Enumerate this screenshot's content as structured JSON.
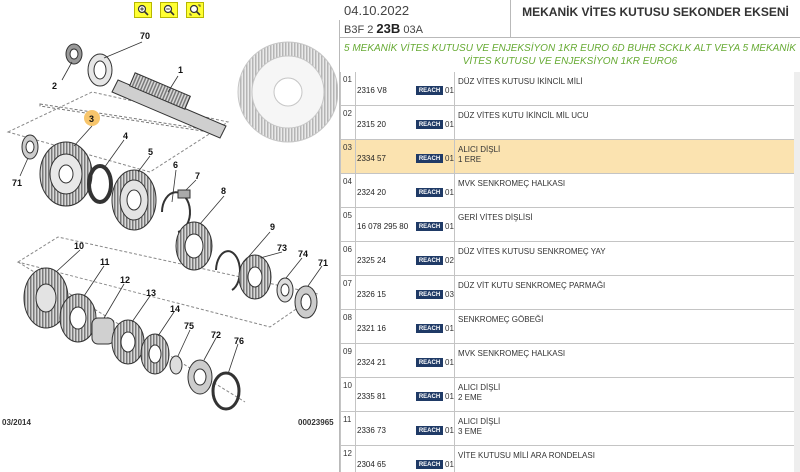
{
  "toolbar": {
    "buttons": [
      {
        "name": "zoom-in-icon"
      },
      {
        "name": "zoom-out-icon"
      },
      {
        "name": "zoom-fit-icon"
      }
    ]
  },
  "diagram": {
    "callouts": [
      "70",
      "2",
      "1",
      "3",
      "4",
      "5",
      "6",
      "7",
      "8",
      "71",
      "9",
      "73",
      "74",
      "71",
      "10",
      "11",
      "12",
      "13",
      "14",
      "75",
      "72",
      "76"
    ],
    "footer_left": "03/2014",
    "footer_right": "00023965"
  },
  "header": {
    "date": "04.10.2022",
    "code_prefix": "B3F 2",
    "code_bold": "23B",
    "code_suffix": "03A",
    "title": "MEKANİK VİTES KUTUSU SEKONDER EKSENİ"
  },
  "subtitle": "5 MEKANİK VİTES KUTUSU VE ENJEKSİYON 1KR EURO 6D BUHR SCKLK ALT VEYA 5 MEKANİK VİTES KUTUSU VE ENJEKSİYON 1KR EURO6",
  "parts": [
    {
      "pos": "01",
      "ref": "2316 V8",
      "badge": "REACH",
      "qty": "01",
      "desc": "DÜZ VİTES KUTUSU İKİNCİL MİLİ",
      "desc2": "",
      "selected": false
    },
    {
      "pos": "02",
      "ref": "2315 20",
      "badge": "REACH",
      "qty": "01",
      "desc": "DÜZ VİTES KUTU İKİNCİL MİL UCU",
      "desc2": "",
      "selected": false
    },
    {
      "pos": "03",
      "ref": "2334 57",
      "badge": "REACH",
      "qty": "01",
      "desc": "ALICI DİŞLİ",
      "desc2": "1 ERE",
      "selected": true
    },
    {
      "pos": "04",
      "ref": "2324 20",
      "badge": "REACH",
      "qty": "01",
      "desc": "MVK SENKROMEÇ HALKASI",
      "desc2": "",
      "selected": false
    },
    {
      "pos": "05",
      "ref": "16 078 295 80",
      "badge": "REACH",
      "qty": "01",
      "desc": "GERİ VİTES DİŞLİSİ",
      "desc2": "",
      "selected": false
    },
    {
      "pos": "06",
      "ref": "2325 24",
      "badge": "REACH",
      "qty": "02",
      "desc": "DÜZ VİTES KUTUSU SENKROMEÇ YAY",
      "desc2": "",
      "selected": false
    },
    {
      "pos": "07",
      "ref": "2326 15",
      "badge": "REACH",
      "qty": "03",
      "desc": "DÜZ VİT KUTU SENKROMEÇ PARMAĞI",
      "desc2": "",
      "selected": false
    },
    {
      "pos": "08",
      "ref": "2321 16",
      "badge": "REACH",
      "qty": "01",
      "desc": "SENKROMEÇ GÖBEĞİ",
      "desc2": "",
      "selected": false
    },
    {
      "pos": "09",
      "ref": "2324 21",
      "badge": "REACH",
      "qty": "01",
      "desc": "MVK SENKROMEÇ HALKASI",
      "desc2": "",
      "selected": false
    },
    {
      "pos": "10",
      "ref": "2335 81",
      "badge": "REACH",
      "qty": "01",
      "desc": "ALICI DİŞLİ",
      "desc2": "2 EME",
      "selected": false
    },
    {
      "pos": "11",
      "ref": "2336 73",
      "badge": "REACH",
      "qty": "01",
      "desc": "ALICI DİŞLİ",
      "desc2": "3 EME",
      "selected": false
    },
    {
      "pos": "12",
      "ref": "2304 65",
      "badge": "REACH",
      "qty": "01",
      "desc": "VİTE KUTUSU MİLİ ARA RONDELASI",
      "desc2": "",
      "selected": false
    }
  ]
}
